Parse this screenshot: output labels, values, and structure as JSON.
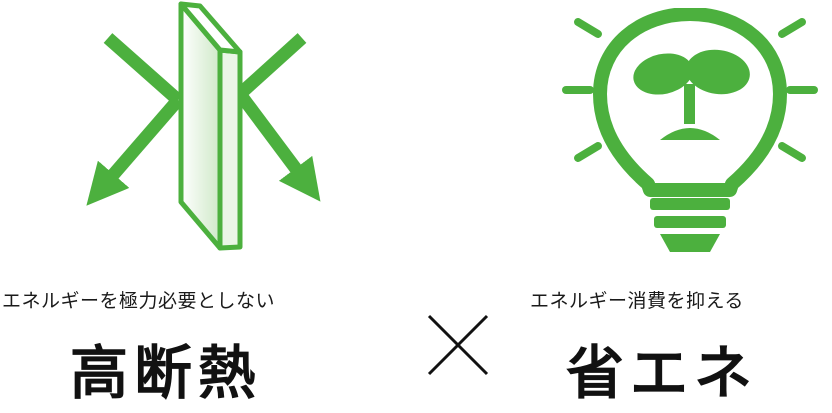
{
  "colors": {
    "green": "#4cb03e",
    "dark": "#111111",
    "glass_light": "#eaf6e6"
  },
  "icons": {
    "left": "window-glass-deflect-arrows-icon",
    "right": "light-bulb-sprout-icon",
    "operator": "multiply-icon"
  },
  "left": {
    "caption": "エネルギーを極力必要としない",
    "heading": "高断熱"
  },
  "right": {
    "caption": "エネルギー消費を抑える",
    "heading": "省エネ"
  }
}
